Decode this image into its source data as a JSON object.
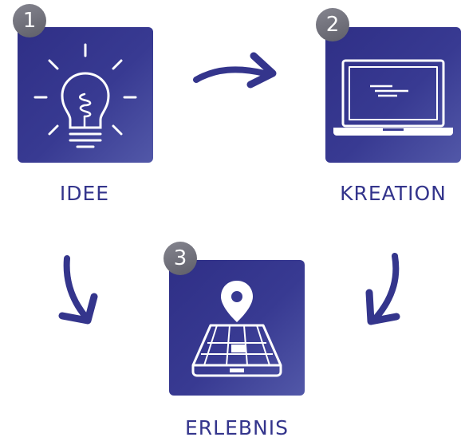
{
  "steps": [
    {
      "number": "1",
      "label": "IDEE",
      "icon": "lightbulb-icon"
    },
    {
      "number": "2",
      "label": "KREATION",
      "icon": "laptop-icon"
    },
    {
      "number": "3",
      "label": "ERLEBNIS",
      "icon": "map-pin-tablet-icon"
    }
  ],
  "colors": {
    "tile": "#383a92",
    "label": "#34358c",
    "badge": "#6e6e78",
    "arrow": "#34358c"
  }
}
